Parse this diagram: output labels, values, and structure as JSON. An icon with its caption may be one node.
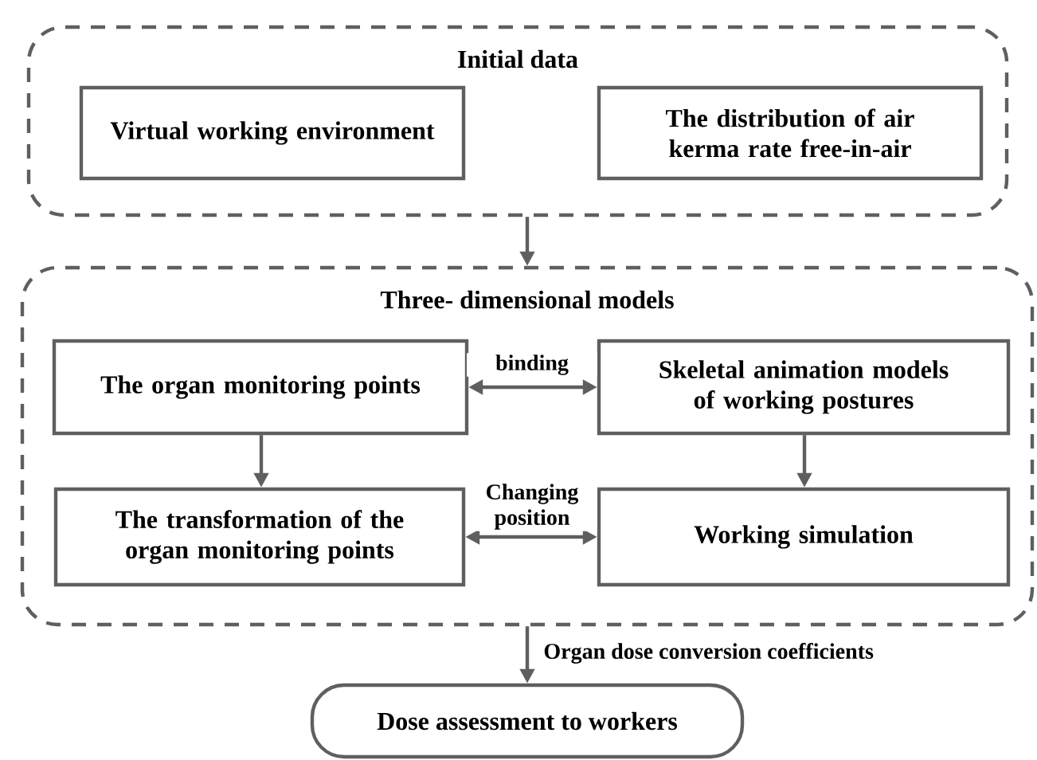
{
  "diagram": {
    "nodes": [
      {
        "text": [
          "Initial data"
        ]
      },
      {
        "text": [
          "Virtual working environment"
        ],
        "in": 0
      },
      {
        "text": [
          "The distribution of air kerma rate free-in-air"
        ],
        "in": 0
      },
      {
        "text": [
          "Three- dimensional models"
        ]
      },
      {
        "text": [
          "The organ monitoring points"
        ],
        "in": 3
      },
      {
        "text": [
          "Skeletal animation models of working postures"
        ],
        "in": 3
      },
      {
        "text": [
          "The transformation of the organ monitoring points"
        ],
        "in": 3
      },
      {
        "text": [
          "Working simulation"
        ],
        "in": 3
      },
      {
        "text": [
          "Dose assessment to workers"
        ]
      }
    ],
    "edges": [
      {
        "from": 0,
        "to": 3,
        "arrow": "to"
      },
      {
        "from": 4,
        "to": 5,
        "arrow": "both",
        "label": "binding"
      },
      {
        "from": 4,
        "to": 6,
        "arrow": "to"
      },
      {
        "from": 5,
        "to": 7,
        "arrow": "to"
      },
      {
        "from": 6,
        "to": 7,
        "arrow": "both",
        "label": "Changing position"
      },
      {
        "from": 3,
        "to": 8,
        "arrow": "to",
        "label": "Organ dose conversion coefficients"
      }
    ]
  }
}
